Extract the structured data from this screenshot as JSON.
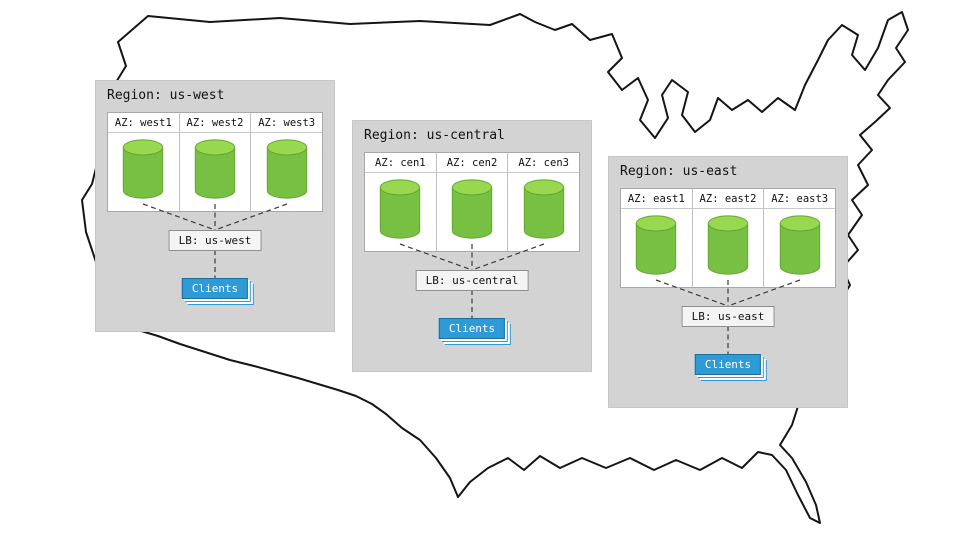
{
  "map": {
    "name": "United States outline"
  },
  "colors": {
    "region_background": "#d3d3d3",
    "cylinder_green": "#77c043",
    "cylinder_top_green": "#97d84f",
    "clients_blue": "#2e9bd6",
    "map_outline": "#151515"
  },
  "regions": [
    {
      "title": "Region: us-west",
      "azs": [
        "AZ: west1",
        "AZ: west2",
        "AZ: west3"
      ],
      "lb": "LB: us-west",
      "clients": "Clients"
    },
    {
      "title": "Region: us-central",
      "azs": [
        "AZ: cen1",
        "AZ: cen2",
        "AZ: cen3"
      ],
      "lb": "LB: us-central",
      "clients": "Clients"
    },
    {
      "title": "Region: us-east",
      "azs": [
        "AZ: east1",
        "AZ: east2",
        "AZ: east3"
      ],
      "lb": "LB: us-east",
      "clients": "Clients"
    }
  ]
}
